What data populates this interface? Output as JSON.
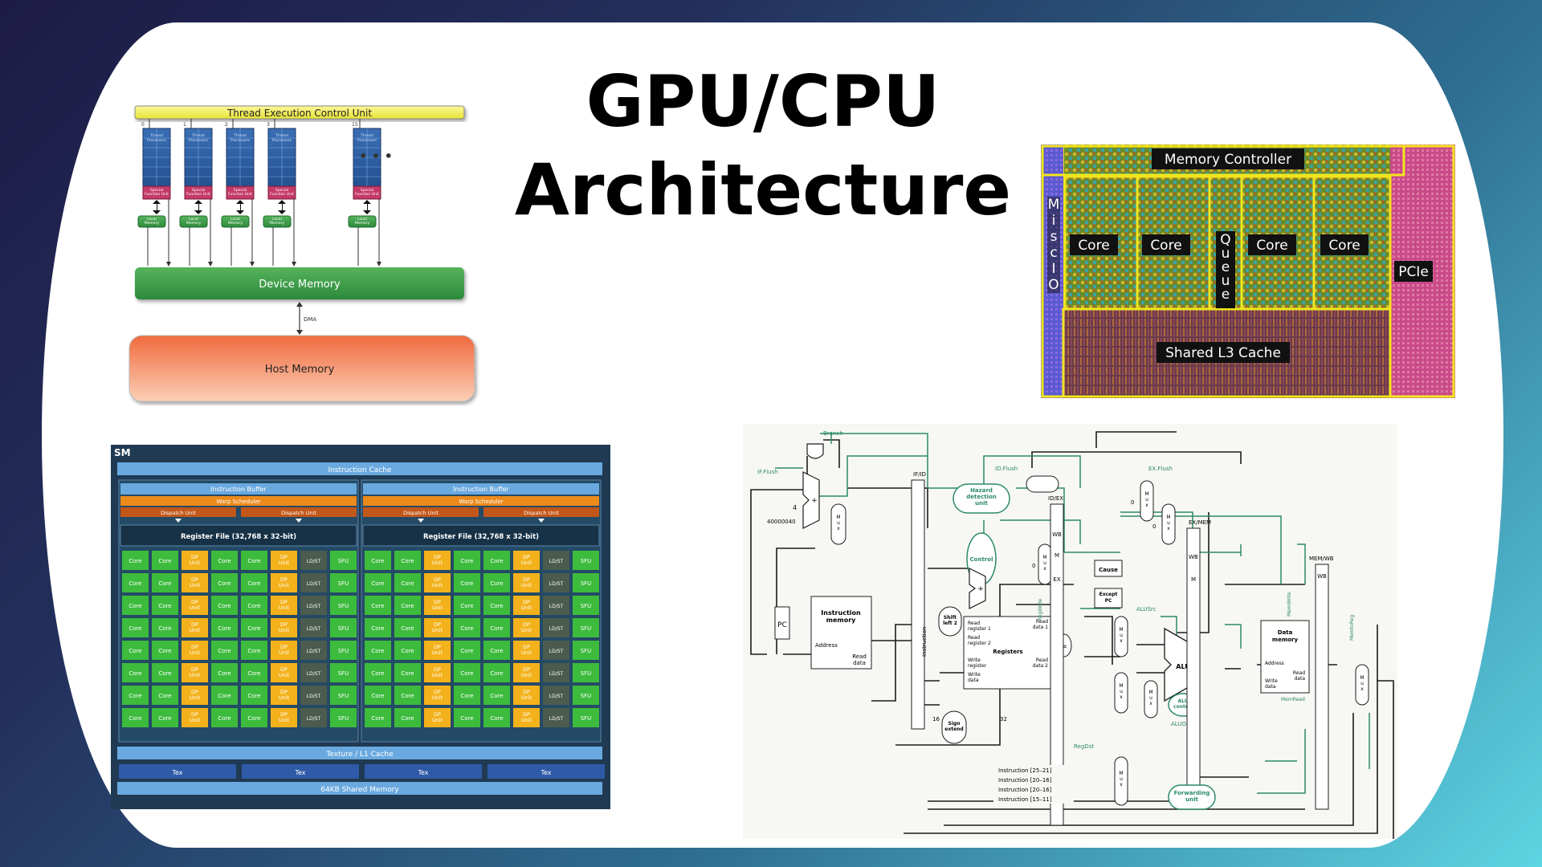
{
  "slide": {
    "title_line1": "GPU/CPU",
    "title_line2": "Architecture"
  },
  "gpu_memory_model": {
    "control_unit": "Thread Execution Control Unit",
    "processor_indices": [
      "0",
      "1",
      "2",
      "3",
      "15"
    ],
    "thread_processors": "Thread\nProcessors",
    "sfu": "Special\nFunction Unit",
    "local_memory": "Local\nMemory",
    "ellipsis": "• • •",
    "device_memory": "Device Memory",
    "dma": "DMA",
    "host_memory": "Host Memory"
  },
  "cpu_die": {
    "memory_controller": "Memory Controller",
    "misc_io": "Misc IO",
    "cores": [
      "Core",
      "Core",
      "Core",
      "Core"
    ],
    "queue": "Queue",
    "pcie": "PCIe",
    "l3": "Shared L3 Cache"
  },
  "sm": {
    "label": "SM",
    "instruction_cache": "Instruction Cache",
    "instruction_buffer": "Instruction Buffer",
    "warp_scheduler": "Warp Scheduler",
    "dispatch_unit": "Dispatch Unit",
    "register_file": "Register File (32,768 x 32-bit)",
    "row_units": [
      "Core",
      "Core",
      "DP Unit",
      "Core",
      "Core",
      "DP Unit",
      "LD/ST",
      "SFU"
    ],
    "texture_cache": "Texture / L1 Cache",
    "tex": "Tex",
    "shared_memory": "64KB Shared Memory"
  },
  "pipeline": {
    "branch": "Branch",
    "if_flush": "IF.Flush",
    "id_flush": "ID.Flush",
    "ex_flush": "EX.Flush",
    "hazard": "Hazard\ndetection\nunit",
    "control": "Control",
    "addr": "40000040",
    "four": "4",
    "pc": "PC",
    "imem": "Instruction\nmemory",
    "imem_address": "Address",
    "imem_read": "Read\ndata",
    "if_id": "IF/ID",
    "id_ex": "ID/EX",
    "ex_mem": "EX/MEM",
    "mem_wb": "MEM/WB",
    "wb": "WB",
    "m": "M",
    "ex": "EX",
    "shift": "Shift\nleft 2",
    "registers": "Registers",
    "read_reg1": "Read\nregister 1",
    "read_reg2": "Read\nregister 2",
    "write_reg": "Write\nregister",
    "write_data": "Write\ndata",
    "read_data1": "Read\ndata 1",
    "read_data2": "Read\ndata 2",
    "sign_extend": "Sign\nextend",
    "sixteen": "16",
    "thirtytwo": "32",
    "cause": "Cause",
    "except_pc": "Except\nPC",
    "alu": "ALU",
    "alu_control": "ALU\ncontrol",
    "alusrc": "ALUSrc",
    "aluop": "ALUOp",
    "regdst": "RegDst",
    "regwrite": "RegWrite",
    "memwrite": "MemWrite",
    "memread": "MemRead",
    "memtoreg": "MemtoReg",
    "dmem": "Data\nmemory",
    "dmem_address": "Address",
    "dmem_read": "Read\ndata",
    "dmem_write": "Write\ndata",
    "forwarding": "Forwarding\nunit",
    "mux": "M\nu\nx",
    "instr_25_21": "Instruction [25–21]",
    "instr_20_16": "Instruction [20–16]",
    "instr_20_16b": "Instruction [20–16]",
    "instr_15_11": "Instruction [15–11]",
    "instruction_vertical": "Instruction",
    "zero": "0",
    "eq": "=",
    "plus": "+"
  },
  "colors": {
    "sm_bg": "#1f3a52",
    "core_green": "#3dbb3d",
    "dp_orange": "#f3b21b",
    "ldst_gray": "#4b5b4d",
    "pipeline_green": "#2c8a6a",
    "device_memory": "#3f9e4c",
    "host_memory": "#f27b4a",
    "die_yellow": "#f2e51e"
  }
}
